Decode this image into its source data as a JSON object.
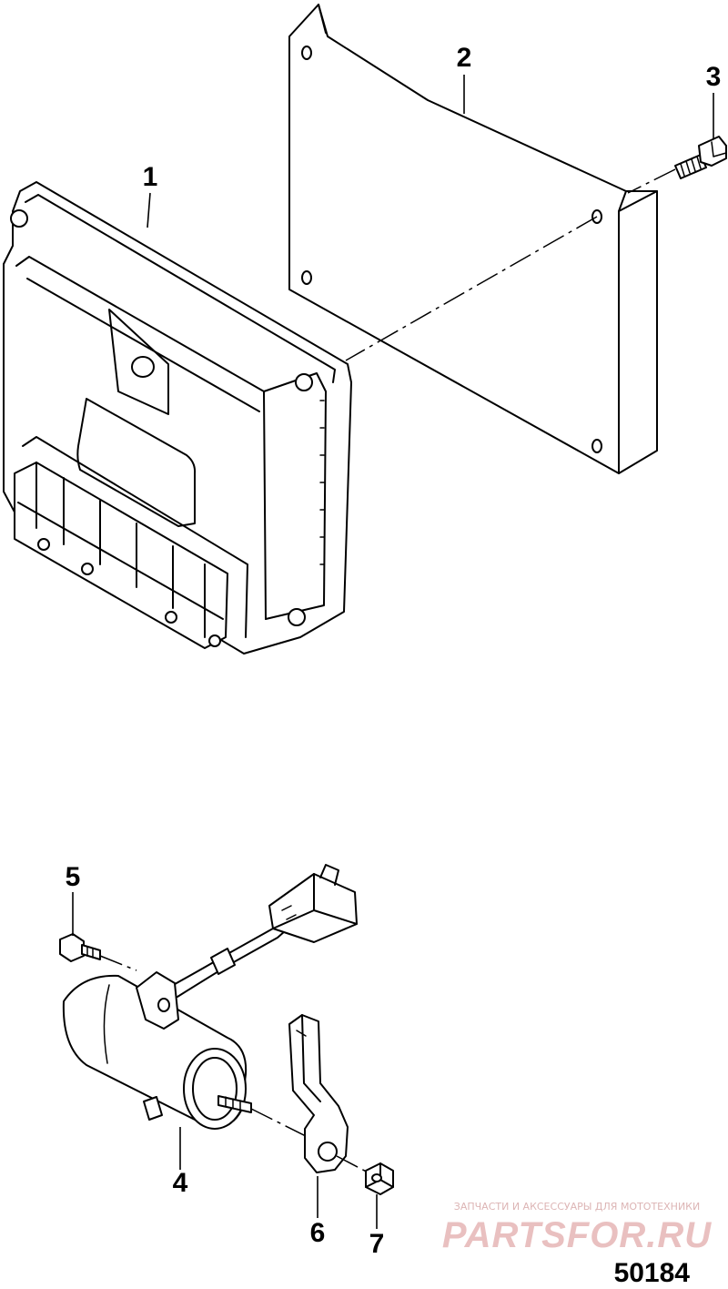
{
  "callouts": [
    {
      "id": "1",
      "label": "1",
      "part": "ecm-module"
    },
    {
      "id": "2",
      "label": "2",
      "part": "mounting-plate"
    },
    {
      "id": "3",
      "label": "3",
      "part": "screw"
    },
    {
      "id": "4",
      "label": "4",
      "part": "solenoid"
    },
    {
      "id": "5",
      "label": "5",
      "part": "bolt"
    },
    {
      "id": "6",
      "label": "6",
      "part": "bracket"
    },
    {
      "id": "7",
      "label": "7",
      "part": "nut"
    }
  ],
  "figure_number": "50184",
  "watermark": {
    "top_text": "ЗАПЧАСТИ И АКСЕССУАРЫ ДЛЯ МОТОТЕХНИКИ",
    "brand_text": "PARTSFOR.RU",
    "color": "#e6b6b6"
  }
}
